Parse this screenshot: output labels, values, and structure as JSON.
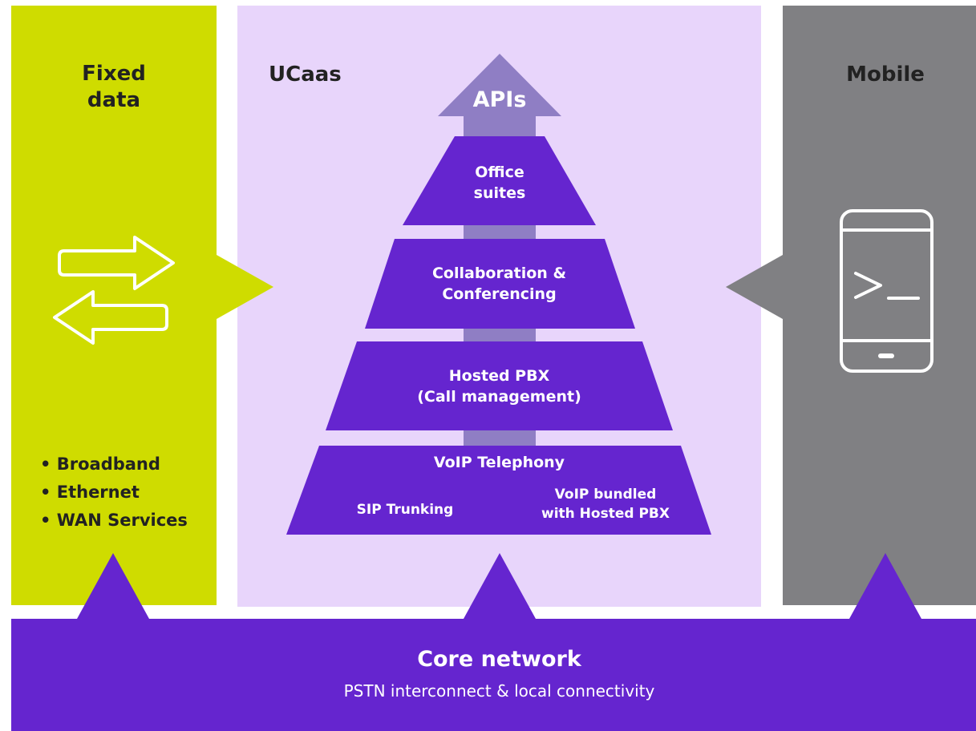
{
  "panels": {
    "fixed": {
      "title": "Fixed\ndata",
      "title_line1": "Fixed",
      "title_line2": "data",
      "items": [
        "• Broadband",
        "• Ethernet",
        "• WAN Services"
      ]
    },
    "ucaas": {
      "title": "UCaas"
    },
    "mobile": {
      "title": "Mobile"
    }
  },
  "pyramid": {
    "arrow_label": "APIs",
    "tiers": [
      {
        "line1": "Office",
        "line2": "suites"
      },
      {
        "line1": "Collaboration &",
        "line2": "Conferencing"
      },
      {
        "line1": "Hosted PBX",
        "line2": "(Call management)"
      },
      {
        "line1": "VoIP Telephony",
        "sub_left": "SIP Trunking",
        "sub_right_line1": "VoIP bundled",
        "sub_right_line2": "with Hosted PBX"
      }
    ]
  },
  "core": {
    "title": "Core network",
    "subtitle": "PSTN interconnect & local connectivity"
  },
  "icons": {
    "fixed": "bidirectional-arrows-icon",
    "mobile": "mobile-terminal-icon"
  },
  "colors": {
    "fixed_panel": "#cfdc00",
    "ucaas_panel": "#e8d5fb",
    "mobile_panel": "#808083",
    "core": "#6525cf",
    "tier": "#6525cf",
    "arrow": "#8f7ec4"
  }
}
